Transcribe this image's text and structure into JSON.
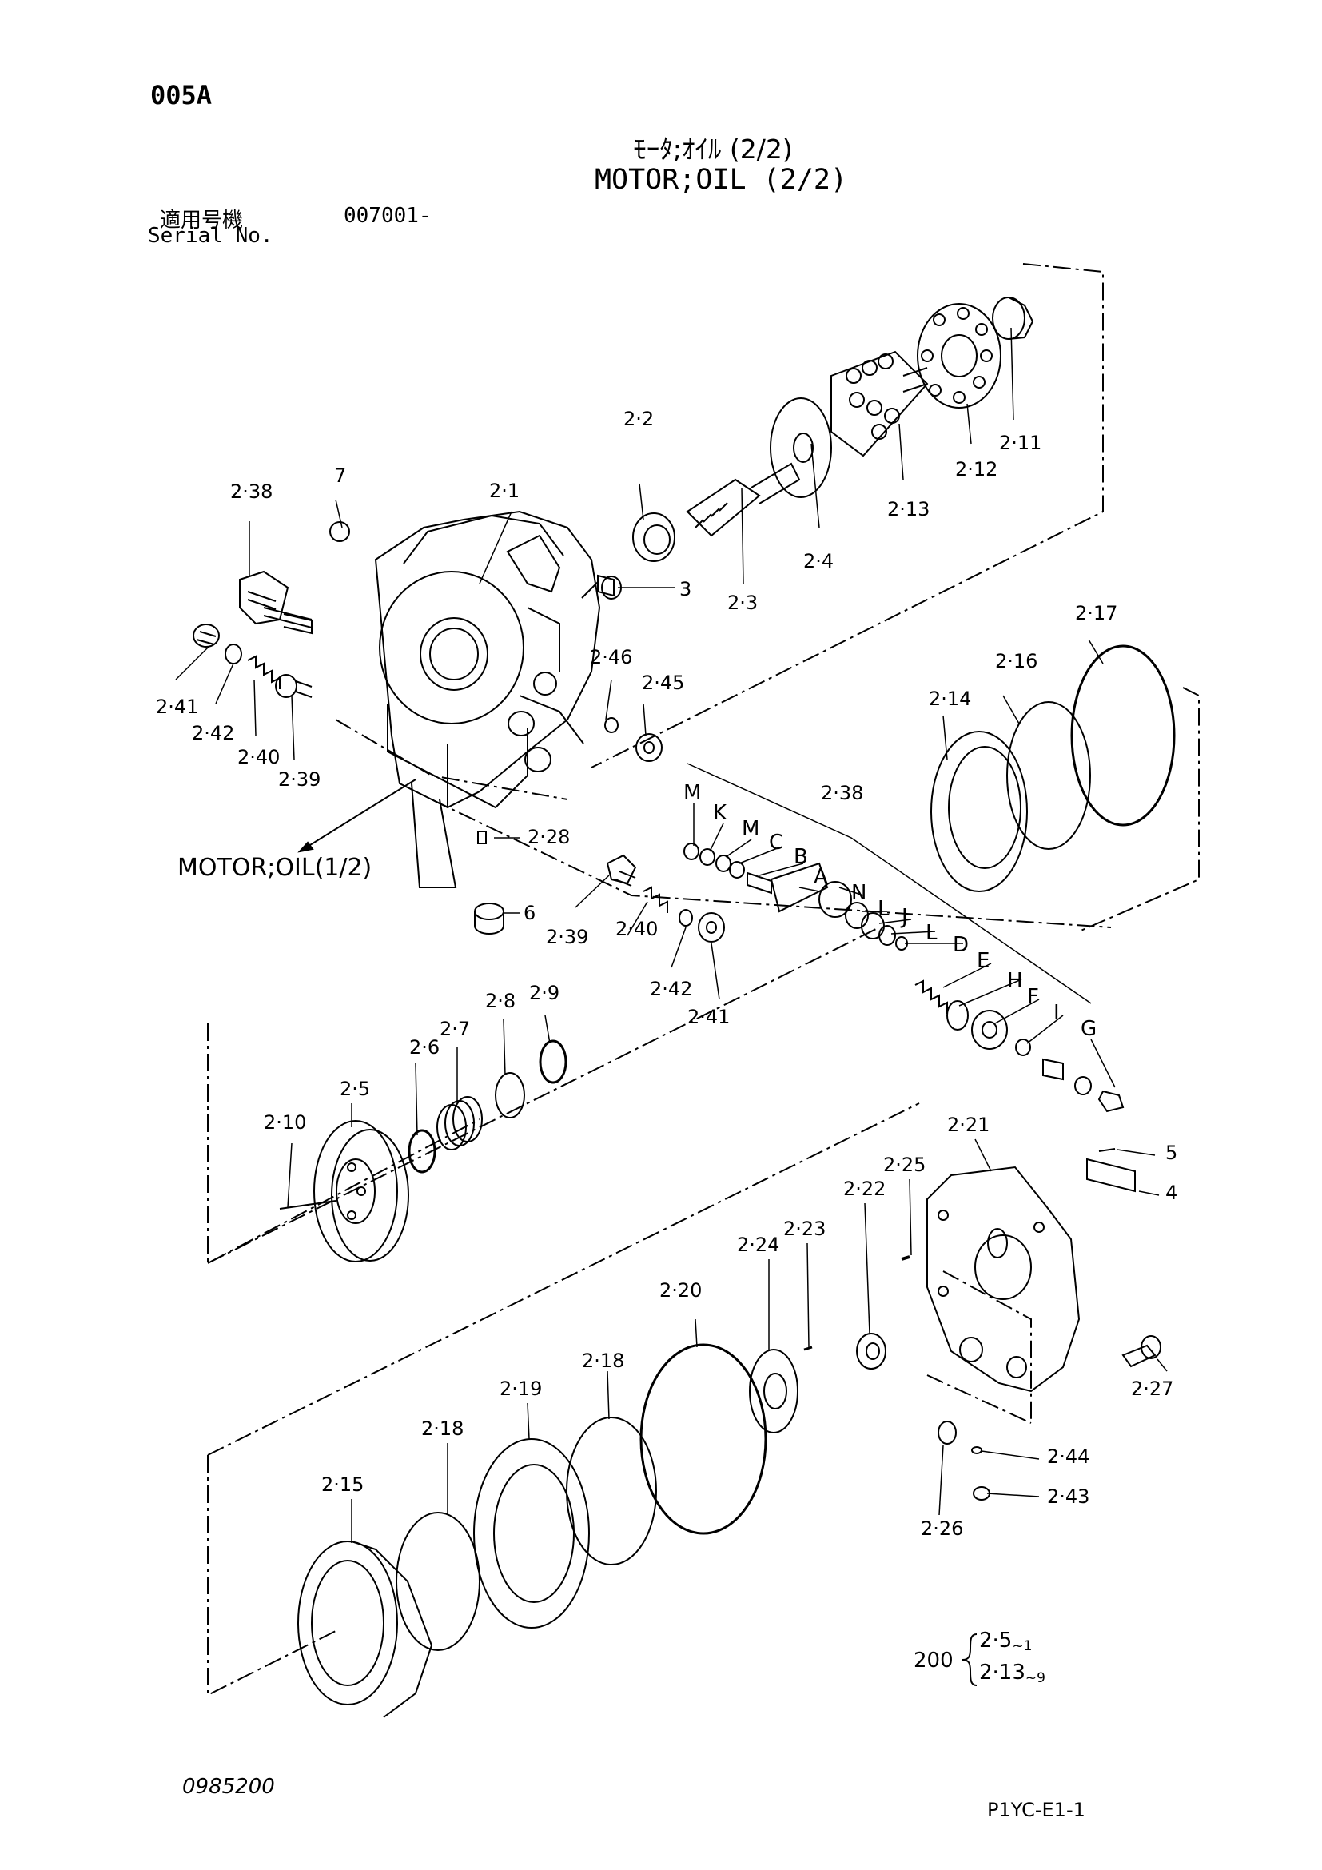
{
  "header": {
    "page_code": "005A",
    "title_jp": "ﾓｰﾀ;ｵｲﾙ (2/2)",
    "title_en": "MOTOR;OIL (2/2)",
    "serial_label_jp": "適用号機",
    "serial_number": "007001-",
    "serial_label_en": "Serial No."
  },
  "reference": "MOTOR;OIL(1/2)",
  "callouts": [
    "2·1",
    "2·2",
    "2·3",
    "2·4",
    "2·5",
    "2·6",
    "2·7",
    "2·8",
    "2·9",
    "2·10",
    "2·11",
    "2·12",
    "2·13",
    "2·14",
    "2·15",
    "2·16",
    "2·17",
    "2·18",
    "2·18",
    "2·19",
    "2·20",
    "2·21",
    "2·22",
    "2·23",
    "2·24",
    "2·25",
    "2·26",
    "2·27",
    "2·28",
    "2·38",
    "2·38",
    "2·39",
    "2·39",
    "2·40",
    "2·40",
    "2·41",
    "2·41",
    "2·42",
    "2·42",
    "2·43",
    "2·44",
    "2·45",
    "2·46",
    "3",
    "4",
    "5",
    "6",
    "7"
  ],
  "letters": [
    "M",
    "K",
    "M",
    "C",
    "B",
    "A",
    "N",
    "L",
    "J",
    "L",
    "D",
    "E",
    "H",
    "F",
    "I",
    "G"
  ],
  "group": {
    "number": "200",
    "item_1": "2·5",
    "item_1_sub": "~1",
    "item_2": "2·13",
    "item_2_sub": "~9"
  },
  "footer": {
    "doc_code": "0985200",
    "sheet_code": "P1YC-E1-1"
  }
}
